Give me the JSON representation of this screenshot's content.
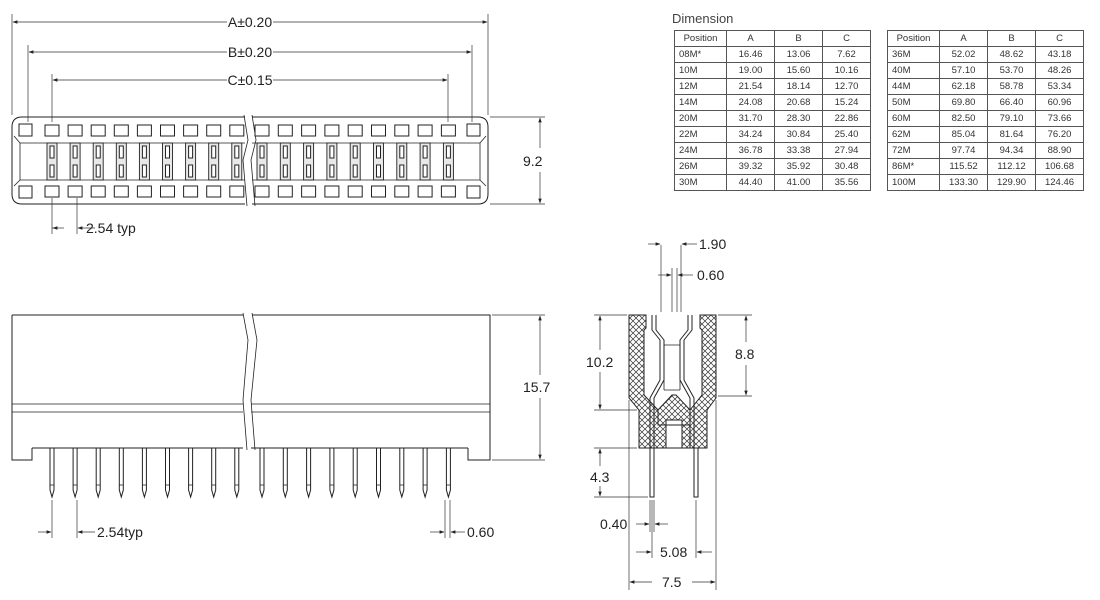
{
  "dimension_title": "Dimension",
  "table_headers": [
    "Position",
    "A",
    "B",
    "C"
  ],
  "table_left": [
    [
      "08M*",
      "16.46",
      "13.06",
      "7.62"
    ],
    [
      "10M",
      "19.00",
      "15.60",
      "10.16"
    ],
    [
      "12M",
      "21.54",
      "18.14",
      "12.70"
    ],
    [
      "14M",
      "24.08",
      "20.68",
      "15.24"
    ],
    [
      "20M",
      "31.70",
      "28.30",
      "22.86"
    ],
    [
      "22M",
      "34.24",
      "30.84",
      "25.40"
    ],
    [
      "24M",
      "36.78",
      "33.38",
      "27.94"
    ],
    [
      "26M",
      "39.32",
      "35.92",
      "30.48"
    ],
    [
      "30M",
      "44.40",
      "41.00",
      "35.56"
    ]
  ],
  "table_right": [
    [
      "36M",
      "52.02",
      "48.62",
      "43.18"
    ],
    [
      "40M",
      "57.10",
      "53.70",
      "48.26"
    ],
    [
      "44M",
      "62.18",
      "58.78",
      "53.34"
    ],
    [
      "50M",
      "69.80",
      "66.40",
      "60.96"
    ],
    [
      "60M",
      "82.50",
      "79.10",
      "73.66"
    ],
    [
      "62M",
      "85.04",
      "81.64",
      "76.20"
    ],
    [
      "72M",
      "97.74",
      "94.34",
      "88.90"
    ],
    [
      "86M*",
      "115.52",
      "112.12",
      "106.68"
    ],
    [
      "100M",
      "133.30",
      "129.90",
      "124.46"
    ]
  ],
  "top_view": {
    "dim_a": "A±0.20",
    "dim_b": "B±0.20",
    "dim_c": "C±0.15",
    "height": "9.2",
    "pitch": "2.54 typ"
  },
  "front_view": {
    "height": "15.7",
    "pitch": "2.54typ",
    "pin_width": "0.60"
  },
  "side_view": {
    "top_width": "1.90",
    "pin_thickness_top": "0.60",
    "body_height": "10.2",
    "inner_height": "8.8",
    "pin_length": "4.3",
    "pin_thickness": "0.40",
    "row_spacing": "5.08",
    "overall_width": "7.5"
  }
}
